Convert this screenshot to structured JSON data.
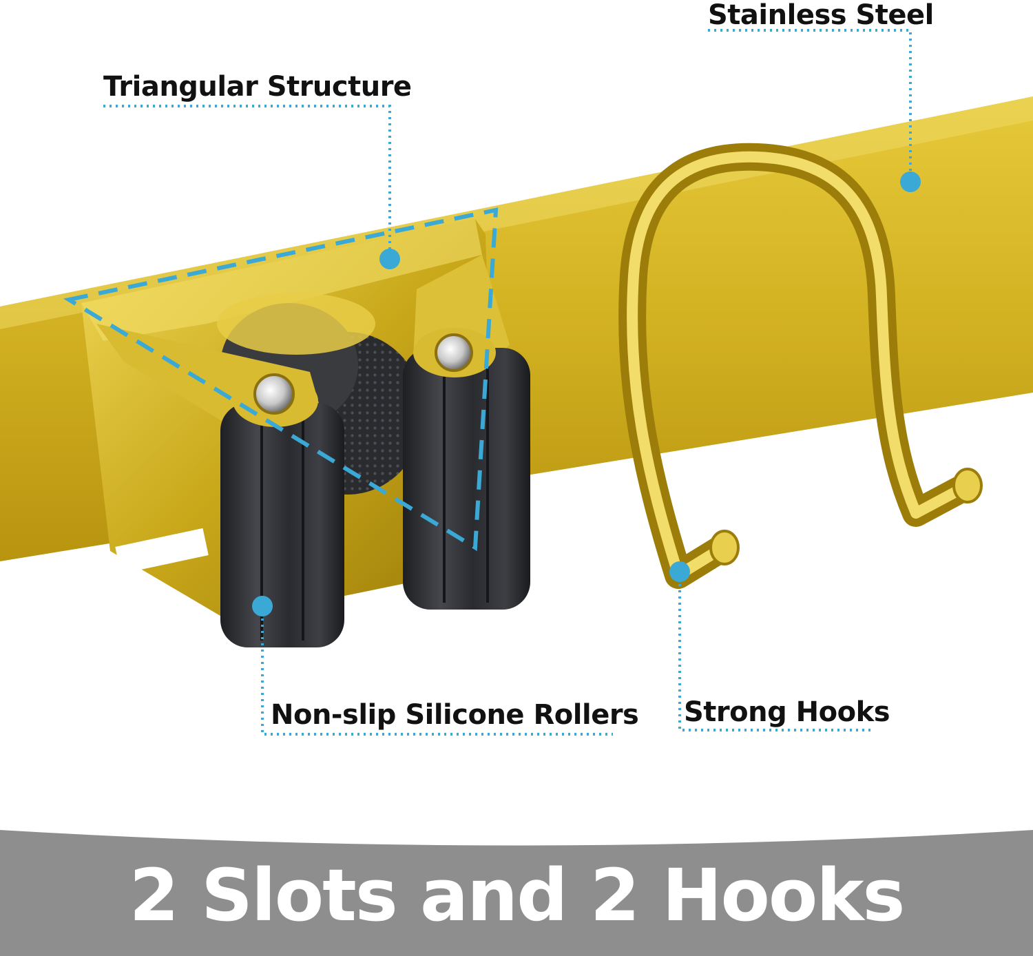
{
  "callouts": {
    "triangular": "Triangular Structure",
    "stainless": "Stainless Steel",
    "rollers": "Non-slip Silicone Rollers",
    "hooks": "Strong Hooks"
  },
  "banner": {
    "title": "2 Slots and 2 Hooks"
  },
  "colors": {
    "gold": "#c9a81a",
    "gold_light": "#f3dc5a",
    "accent_blue": "#3aa9d6",
    "roller_black": "#2b2d31",
    "banner_gray": "#8e8e8e"
  }
}
